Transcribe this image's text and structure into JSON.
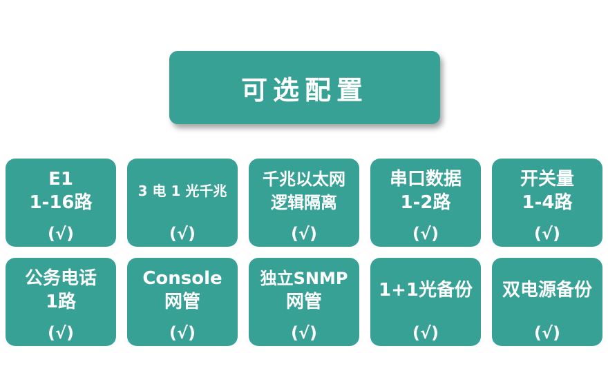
{
  "title": "可选配置",
  "options": [
    {
      "lines": [
        "E1",
        "1-16路"
      ],
      "mark": "(√)"
    },
    {
      "lines": [
        "3 电 1 光千兆"
      ],
      "mark": "(√)"
    },
    {
      "lines": [
        "千兆以太网",
        "逻辑隔离"
      ],
      "mark": "(√)"
    },
    {
      "lines": [
        "串口数据",
        "1-2路"
      ],
      "mark": "(√)"
    },
    {
      "lines": [
        "开关量",
        "1-4路"
      ],
      "mark": "(√)"
    },
    {
      "lines": [
        "公务电话",
        "1路"
      ],
      "mark": "(√)"
    },
    {
      "lines": [
        "Console",
        "网管"
      ],
      "mark": "(√)"
    },
    {
      "lines": [
        "独立SNMP",
        "网管"
      ],
      "mark": "(√)"
    },
    {
      "lines": [
        "1+1光备份"
      ],
      "mark": "(√)"
    },
    {
      "lines": [
        "双电源备份"
      ],
      "mark": "(√)"
    }
  ],
  "colors": {
    "accent": "#37a195",
    "text": "#ffffff"
  }
}
